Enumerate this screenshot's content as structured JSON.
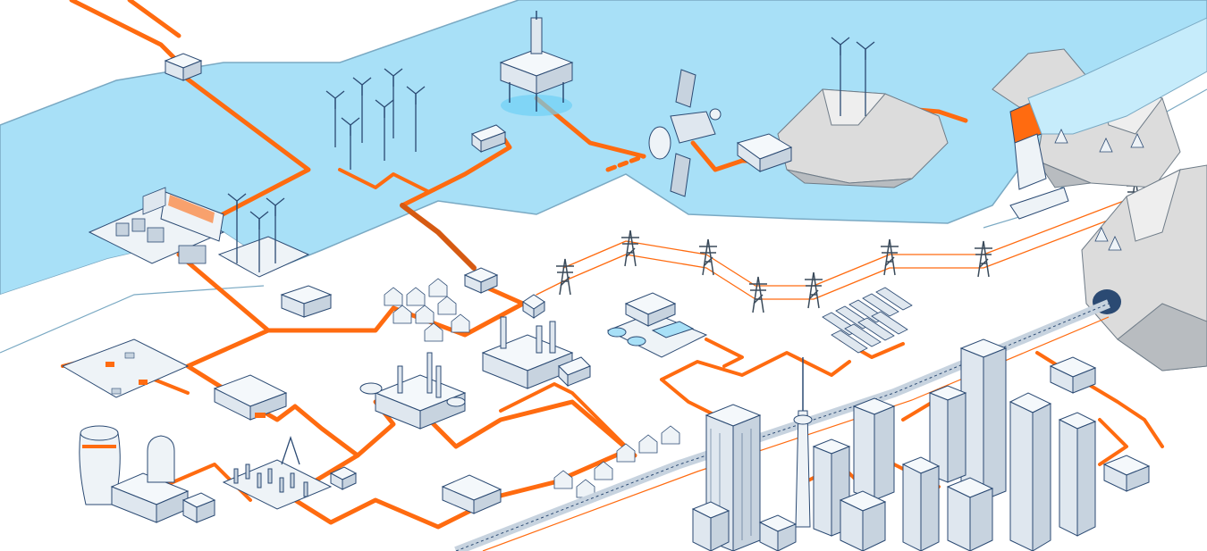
{
  "scene": {
    "description_name": "isometric-energy-grid-illustration",
    "elements": [
      {
        "name": "offshore-oil-platform"
      },
      {
        "name": "offshore-wind-farm"
      },
      {
        "name": "coastal-wind-farm"
      },
      {
        "name": "cargo-ship-port"
      },
      {
        "name": "communications-satellite"
      },
      {
        "name": "hydro-dam-mountain"
      },
      {
        "name": "island-wind-station"
      },
      {
        "name": "transmission-tower-line"
      },
      {
        "name": "solar-panel-array"
      },
      {
        "name": "water-treatment-plant"
      },
      {
        "name": "power-plant"
      },
      {
        "name": "refinery"
      },
      {
        "name": "nuclear-plant"
      },
      {
        "name": "electrical-substation"
      },
      {
        "name": "fuel-station"
      },
      {
        "name": "parking-lot"
      },
      {
        "name": "city-skyline"
      },
      {
        "name": "tv-tower"
      },
      {
        "name": "railway"
      },
      {
        "name": "houses-cluster"
      },
      {
        "name": "tunnel-mountain"
      }
    ]
  },
  "colors": {
    "sea": "#a8e0f7",
    "land": "#ffffff",
    "power_line": "#ff6b10",
    "power_line_dark": "#d65a12",
    "outline": "#2b4a73",
    "rock": "#dcdcdc",
    "rock_shade": "#b8bcc0",
    "tower": "#3a4a5a"
  }
}
